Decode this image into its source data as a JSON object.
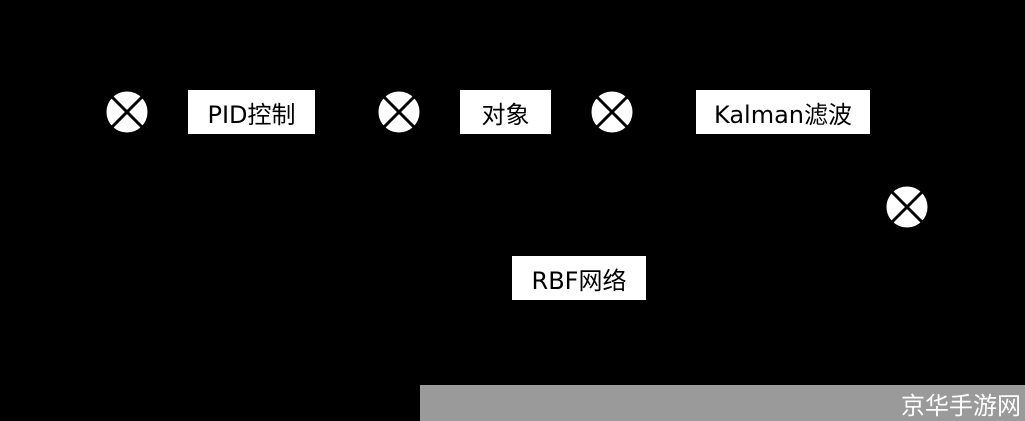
{
  "diagram": {
    "blocks": {
      "pid": "PID控制",
      "plant": "对象",
      "kalman": "Kalman滤波",
      "rbf": "RBF网络"
    },
    "junction_icon": "summing-junction-icon",
    "colors": {
      "background": "#000000",
      "block_fill": "#ffffff",
      "text": "#000000",
      "junction_fill": "#ffffff",
      "junction_stroke": "#000000"
    }
  },
  "watermark": {
    "text": "京华手游网",
    "color": "#9a9a9a"
  }
}
